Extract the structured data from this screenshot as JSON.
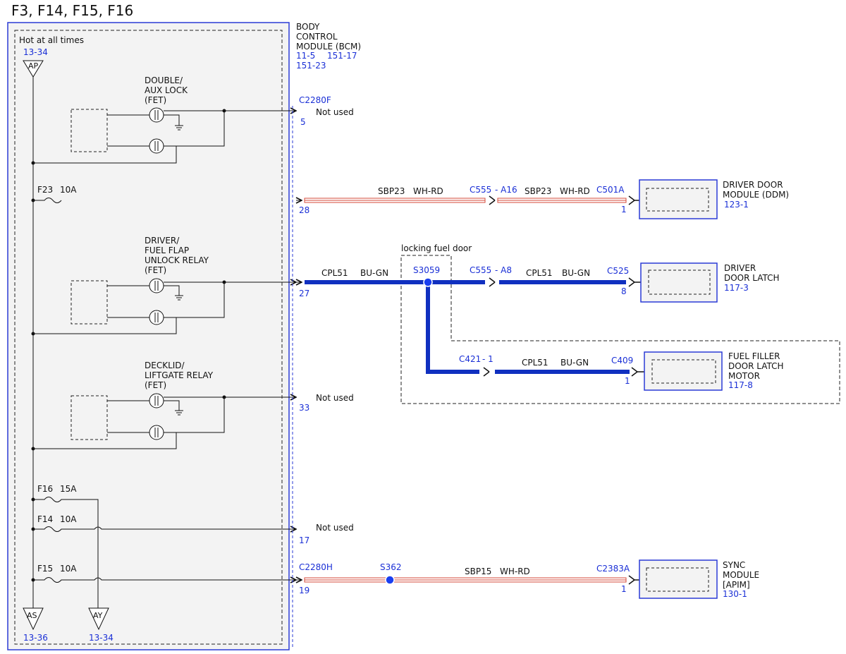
{
  "page_title": "F3, F14, F15, F16",
  "bcm": {
    "name_lines": [
      "BODY",
      "CONTROL",
      "MODULE (BCM)"
    ],
    "refs_row1": [
      "11-5",
      "151-17"
    ],
    "ref_row2": "151-23",
    "hot_label": "Hot at all times",
    "hot_ref": "13-34",
    "ap_label": "AP",
    "as_label": "AS",
    "as_ref": "13-36",
    "ay_label": "AY",
    "ay_ref": "13-34"
  },
  "fets": [
    {
      "label_lines": [
        "DOUBLE/",
        "AUX LOCK",
        "(FET)"
      ]
    },
    {
      "label_lines": [
        "DRIVER/",
        "FUEL FLAP",
        "UNLOCK RELAY",
        "(FET)"
      ]
    },
    {
      "label_lines": [
        "DECKLID/",
        "LIFTGATE RELAY",
        "(FET)"
      ]
    }
  ],
  "fuses": [
    {
      "name": "F23",
      "rating": "10A"
    },
    {
      "name": "F16",
      "rating": "15A"
    },
    {
      "name": "F14",
      "rating": "10A"
    },
    {
      "name": "F15",
      "rating": "10A"
    }
  ],
  "pins": {
    "c2280f": "C2280F",
    "p5": "5",
    "p28": "28",
    "p27": "27",
    "p33": "33",
    "p17": "17",
    "c2280h": "C2280H",
    "p19": "19"
  },
  "not_used": "Not used",
  "wires": {
    "row28": {
      "circuit": "SBP23",
      "color": "WH-RD",
      "inline_connector": "C555",
      "inline_pin": "- A16",
      "circuit2": "SBP23",
      "color2": "WH-RD",
      "end_connector": "C501A",
      "end_pin": "1"
    },
    "row27": {
      "circuit": "CPL51",
      "color": "BU-GN",
      "splice": "S3059",
      "inline_connector": "C555",
      "inline_pin": "- A8",
      "circuit2": "CPL51",
      "color2": "BU-GN",
      "end_connector": "C525",
      "end_pin": "8"
    },
    "branch": {
      "inline_connector": "C421",
      "inline_pin": "- 1",
      "circuit": "CPL51",
      "color": "BU-GN",
      "end_connector": "C409",
      "end_pin": "1"
    },
    "row19": {
      "splice": "S362",
      "circuit": "SBP15",
      "color": "WH-RD",
      "end_connector": "C2383A",
      "end_pin": "1"
    }
  },
  "option_label": "locking fuel door",
  "components": {
    "ddm": {
      "name_lines": [
        "DRIVER DOOR",
        "MODULE (DDM)"
      ],
      "ref": "123-1"
    },
    "latch": {
      "name_lines": [
        "DRIVER",
        "DOOR LATCH"
      ],
      "ref": "117-3"
    },
    "filler": {
      "name_lines": [
        "FUEL FILLER",
        "DOOR LATCH",
        "MOTOR"
      ],
      "ref": "117-8"
    },
    "sync": {
      "name_lines": [
        "SYNC",
        "MODULE",
        "[APIM]"
      ],
      "ref": "130-1"
    }
  },
  "colors": {
    "module_border": "#2b3bd6",
    "ref_text": "#1a2fd6",
    "wire_bu_gn": "#1030c0",
    "wire_wh_rd": "#d64a3a"
  }
}
